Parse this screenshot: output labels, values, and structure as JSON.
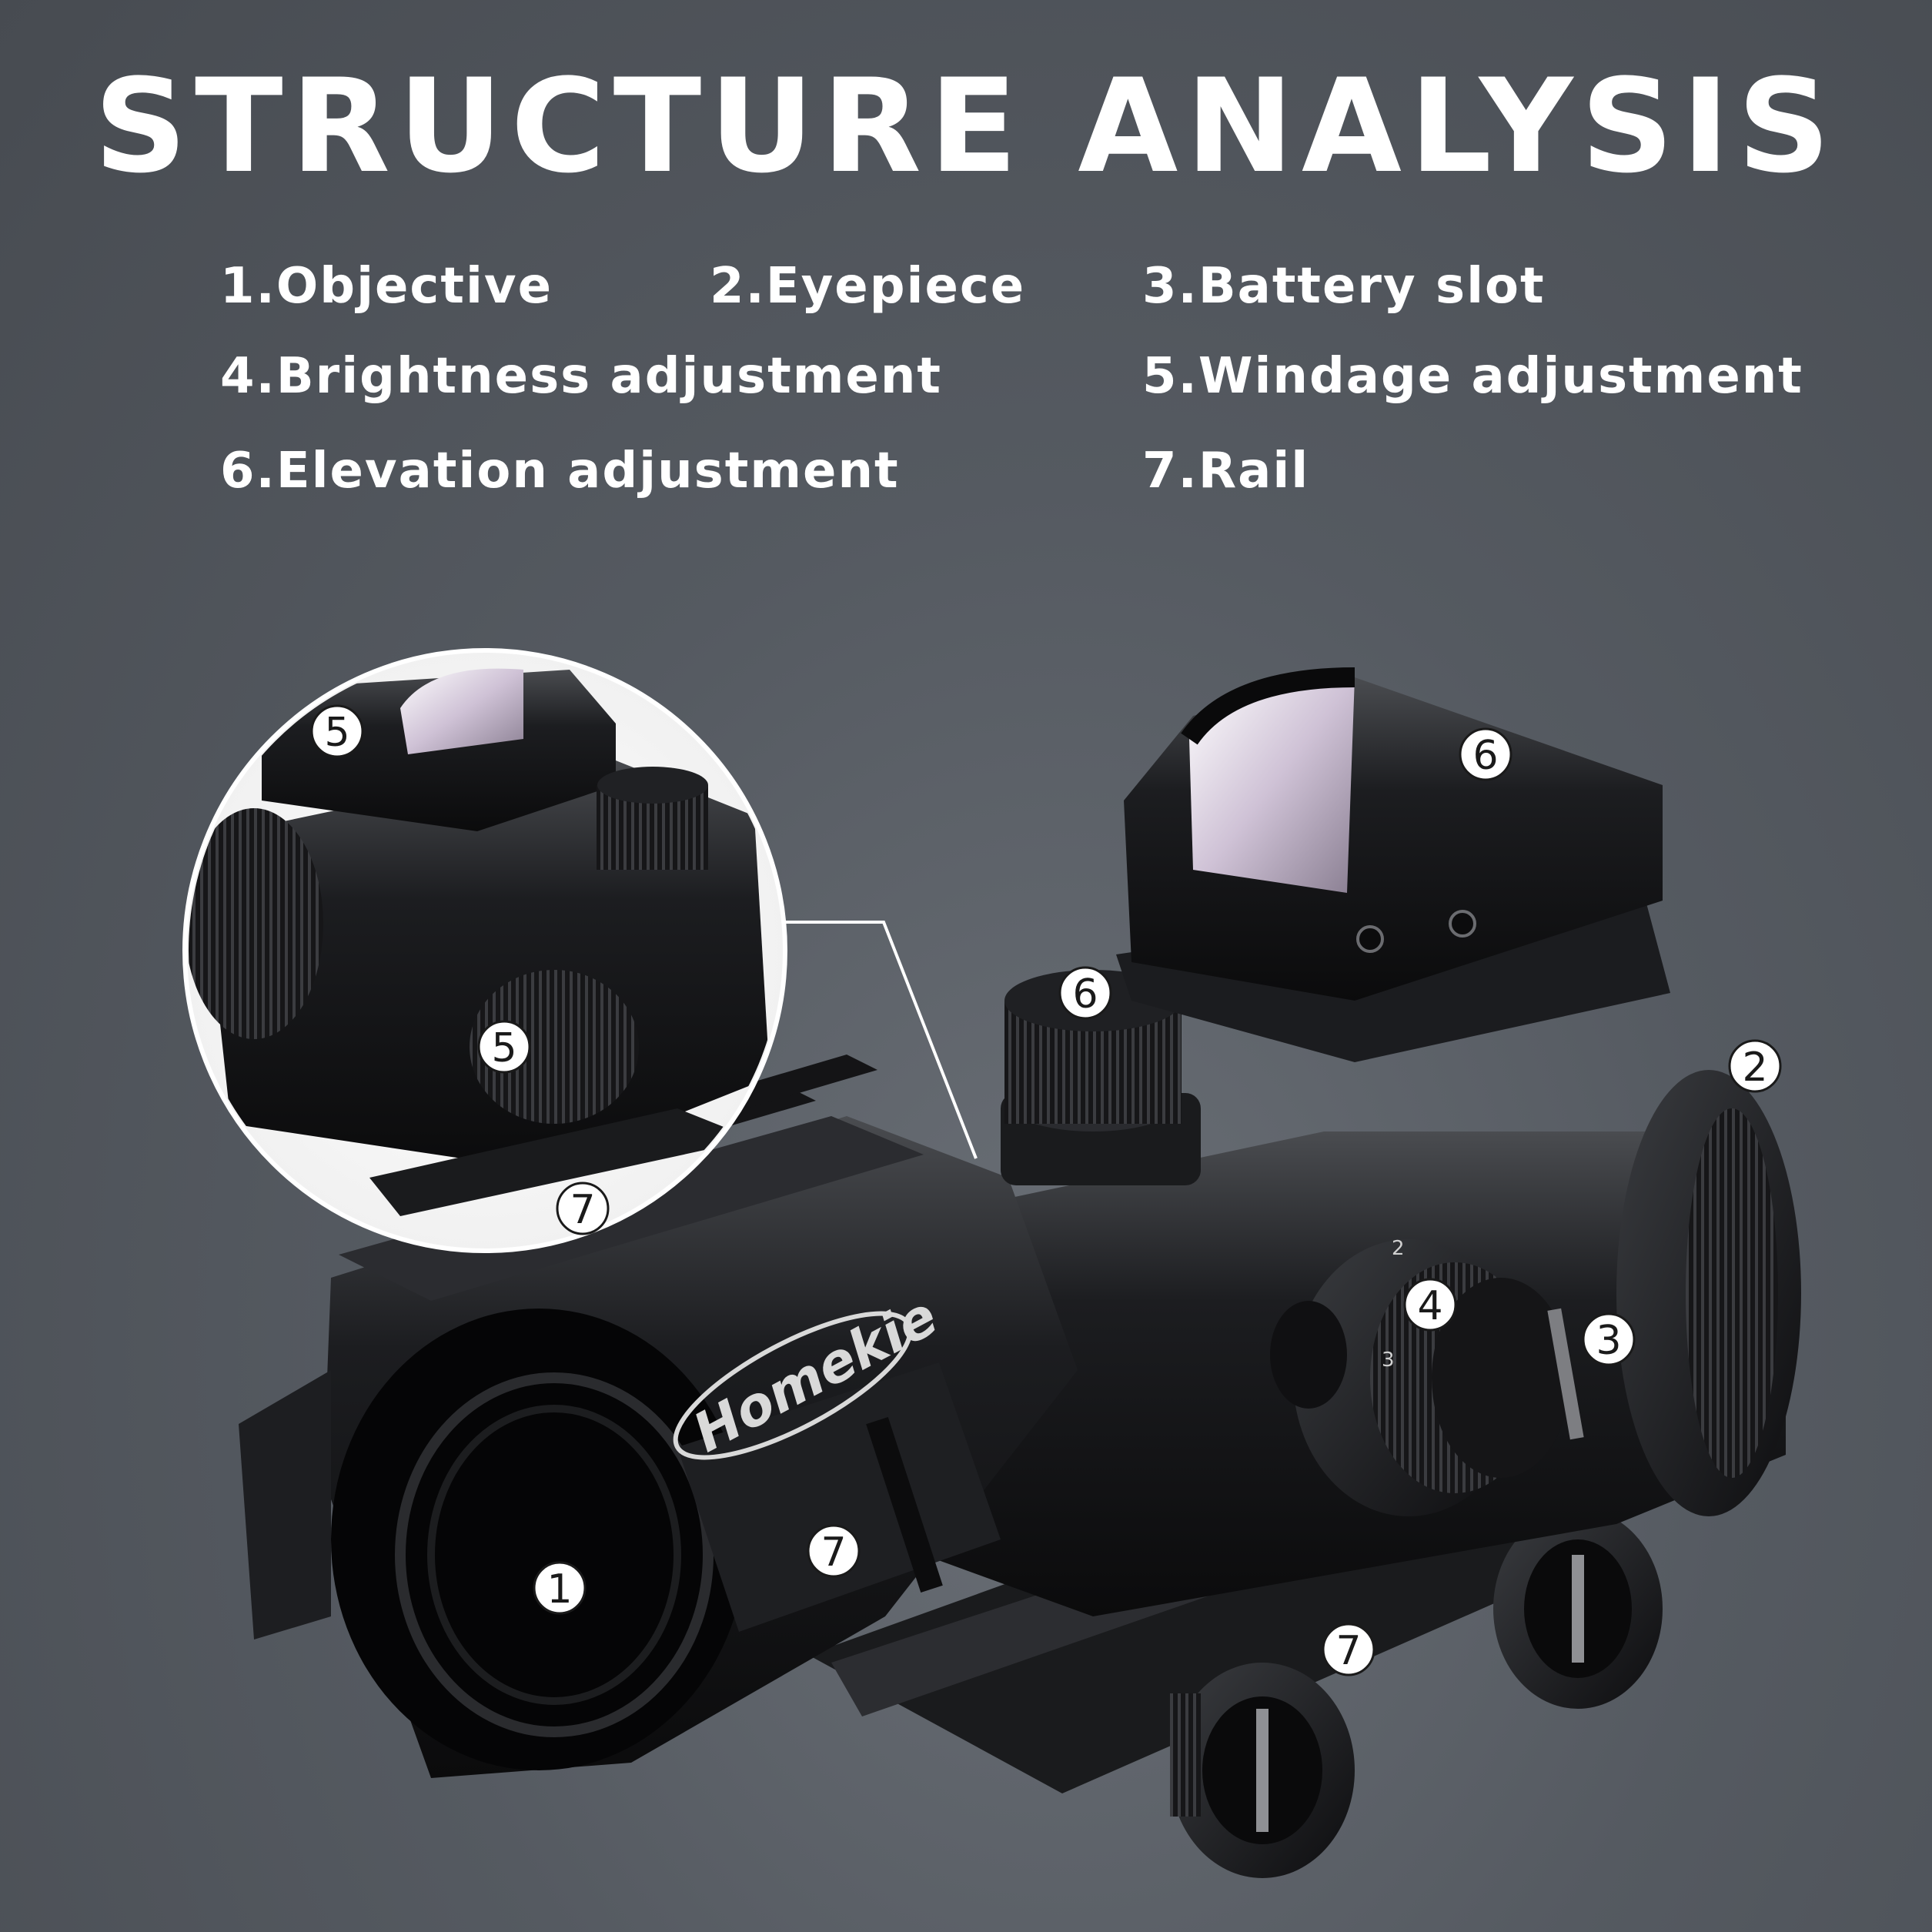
{
  "title": "STRUCTURE ANALYSIS",
  "legend": [
    {
      "label": "1.Objective"
    },
    {
      "label": "2.Eyepiece"
    },
    {
      "label": "3.Battery slot"
    },
    {
      "label": "4.Brightness adjustment"
    },
    {
      "label": "5.Windage adjustment"
    },
    {
      "label": "6.Elevation adjustment"
    },
    {
      "label": "7.Rail"
    }
  ],
  "callouts": {
    "objective": "1",
    "eyepiece": "2",
    "battery_slot": "3",
    "brightness": "4",
    "windage_inset_top": "5",
    "windage_inset": "5",
    "elevation_top": "6",
    "elevation_knob": "6",
    "rail_top": "7",
    "rail_side": "7",
    "rail_bottom": "7"
  },
  "brand_logo": "Homekie",
  "dial_marks": [
    "2",
    "3"
  ],
  "icons": [
    "rifle-scope-photo",
    "red-dot-sight",
    "inset-magnifier-circle"
  ]
}
